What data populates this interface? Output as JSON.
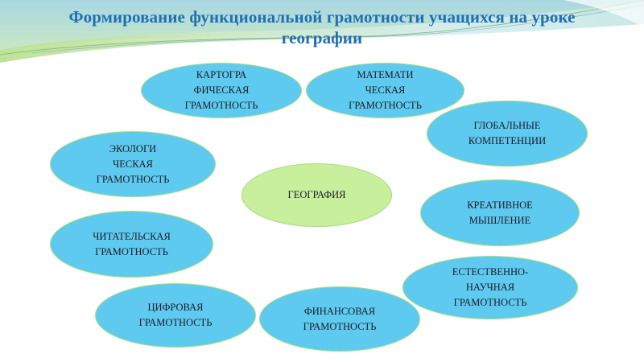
{
  "slide": {
    "title": "Формирование функциональной грамотности учащихся на уроке географии",
    "title_lines": [
      "Формирование функциональной грамотности учащихся на уроке",
      "географии"
    ]
  },
  "colors": {
    "title": "#1f6fb5",
    "node_fill": "#5ecaef",
    "node_border": "#a6e07c",
    "center_fill": "#c7ef9c",
    "text": "#1a1a2a"
  },
  "diagram": {
    "center": {
      "label": "ГЕОГРАФИЯ"
    },
    "nodes": [
      {
        "label": "КАРТОГРА\nФИЧЕСКАЯ\nГРАМОТНОСТЬ"
      },
      {
        "label": "МАТЕМАТИ\nЧЕСКАЯ\nГРАМОТНОСТЬ"
      },
      {
        "label": "ГЛОБАЛЬНЫЕ\nКОМПЕТЕНЦИИ"
      },
      {
        "label": "ЭКОЛОГИ\nЧЕСКАЯ\nГРАМОТНОСТЬ"
      },
      {
        "label": "КРЕАТИВНОЕ\nМЫШЛЕНИЕ"
      },
      {
        "label": "ЧИТАТЕЛЬСКАЯ\nГРАМОТНОСТЬ"
      },
      {
        "label": "ЕСТЕСТВЕННО-\nНАУЧНАЯ\nГРАМОТНОСТЬ"
      },
      {
        "label": "ЦИФРОВАЯ\nГРАМОТНОСТЬ"
      },
      {
        "label": "ФИНАНСОВАЯ\nГРАМОТНОСТЬ"
      }
    ]
  }
}
